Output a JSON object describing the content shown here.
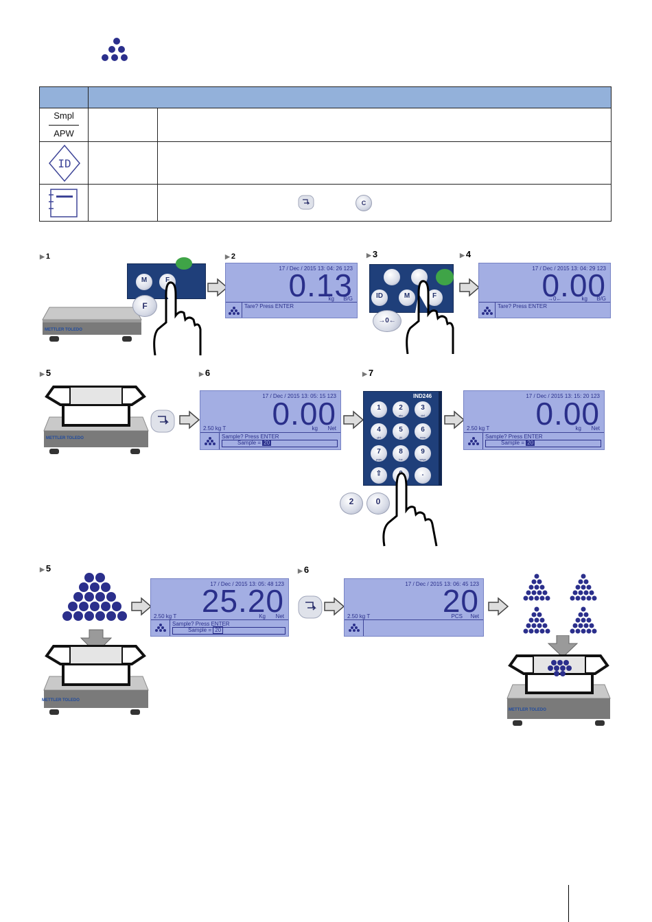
{
  "table": {
    "header": [
      "",
      ""
    ],
    "rows": [
      {
        "icon": "smpl-apw-icon",
        "sym_top": "Smpl",
        "sym_bottom": "APW"
      },
      {
        "icon": "id-diamond-icon"
      },
      {
        "icon": "memory-table-icon"
      }
    ]
  },
  "steps": {
    "s1": "1",
    "s2": "2",
    "s3": "3",
    "s4": "4",
    "s5a": "5",
    "s6a": "6",
    "s7": "7",
    "s5b": "5",
    "s6b": "6"
  },
  "brand": "METTLER TOLEDO",
  "keypad_model": "IND246",
  "buttons": {
    "m": "M",
    "f": "F",
    "id": "ID",
    "zero": "→0←",
    "c": "C",
    "two": "2",
    "zero_digit": "0"
  },
  "keypad_keys": [
    "1",
    "2",
    "3",
    "4",
    "5",
    "6",
    "7",
    "8",
    "9",
    "⇧",
    "0",
    "."
  ],
  "keypad_sub": [
    "",
    "abc",
    "def",
    "ghi",
    "jkl",
    "mno",
    "pqrs",
    "tuv",
    "wxyz",
    "",
    "",
    ""
  ],
  "displays": [
    {
      "date": "17 / Dec / 2015  13: 04: 26  123",
      "value": "0.13",
      "tare": "",
      "unit": "kg",
      "mode": "B/G",
      "line1": "Tare? Press ENTER",
      "line2": "",
      "sample": ""
    },
    {
      "date": "17 / Dec / 2015  13: 04: 29  123",
      "value": "0.00",
      "tare": "",
      "zero": "→0←",
      "unit": "kg",
      "mode": "B/G",
      "line1": "Tare? Press ENTER",
      "line2": "",
      "sample": ""
    },
    {
      "date": "17 / Dec / 2015  13: 05: 15  123",
      "value": "0.00",
      "tare": "2.50 kg T",
      "unit": "kg",
      "mode": "Net",
      "line1": "Sample? Press ENTER",
      "line2": "Sample = ",
      "sample": "20"
    },
    {
      "date": "17 / Dec / 2015  13: 15: 20  123",
      "value": "0.00",
      "tare": "2.50 kg T",
      "unit": "kg",
      "mode": "Net",
      "line1": "Sample? Press ENTER",
      "line2": "Sample = ",
      "sample": "20"
    },
    {
      "date": "17 / Dec / 2015  13: 05: 48  123",
      "value": "25.20",
      "tare": "2.50 kg T",
      "unit": "Kg",
      "mode": "Net",
      "line1": "Sample? Press ENTER",
      "line2": "Sample = ",
      "sample": "20"
    },
    {
      "date": "17 / Dec / 2015  13: 06: 45  123",
      "value": "20",
      "tare": "2.50 kg T",
      "unit": "PCS",
      "mode": "Net",
      "line1": "",
      "line2": "",
      "sample": ""
    }
  ],
  "colors": {
    "header": "#93b1da",
    "lcd": "#a3aee3",
    "ink": "#2a2f8a",
    "dots": "#2b2f8c",
    "keypad": "#1f3f7a"
  }
}
